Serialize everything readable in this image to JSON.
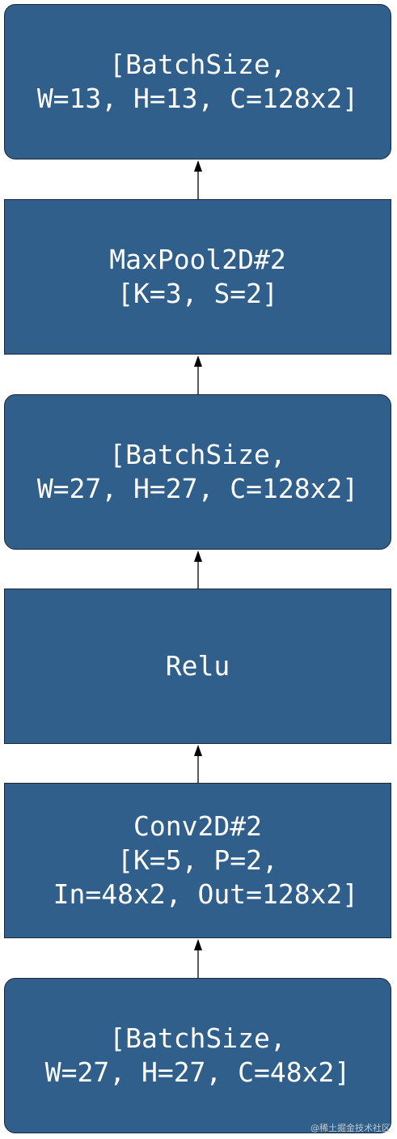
{
  "diagram": {
    "nodes": [
      {
        "id": "tensor-out",
        "shape": "rounded",
        "lines": [
          "[BatchSize,",
          "W=13, H=13, C=128x2]"
        ]
      },
      {
        "id": "maxpool",
        "shape": "rect",
        "lines": [
          "MaxPool2D#2",
          "[K=3, S=2]"
        ]
      },
      {
        "id": "tensor-relu",
        "shape": "rounded",
        "lines": [
          "[BatchSize,",
          "W=27, H=27, C=128x2]"
        ]
      },
      {
        "id": "relu",
        "shape": "rect",
        "lines": [
          "Relu"
        ]
      },
      {
        "id": "conv",
        "shape": "rect",
        "lines": [
          "Conv2D#2",
          "[K=5, P=2,",
          " In=48x2, Out=128x2]"
        ]
      },
      {
        "id": "tensor-in",
        "shape": "rounded",
        "lines": [
          "[BatchSize,",
          "W=27, H=27, C=48x2]"
        ]
      }
    ],
    "edges": [
      {
        "from": "maxpool",
        "to": "tensor-out"
      },
      {
        "from": "tensor-relu",
        "to": "maxpool"
      },
      {
        "from": "relu",
        "to": "tensor-relu"
      },
      {
        "from": "conv",
        "to": "relu"
      },
      {
        "from": "tensor-in",
        "to": "conv"
      }
    ],
    "colors": {
      "node_fill": "#2f5f8a",
      "node_border": "#1a2a3a",
      "text": "#ffffff",
      "arrow": "#000000"
    }
  },
  "watermark": "@稀土掘金技术社区"
}
